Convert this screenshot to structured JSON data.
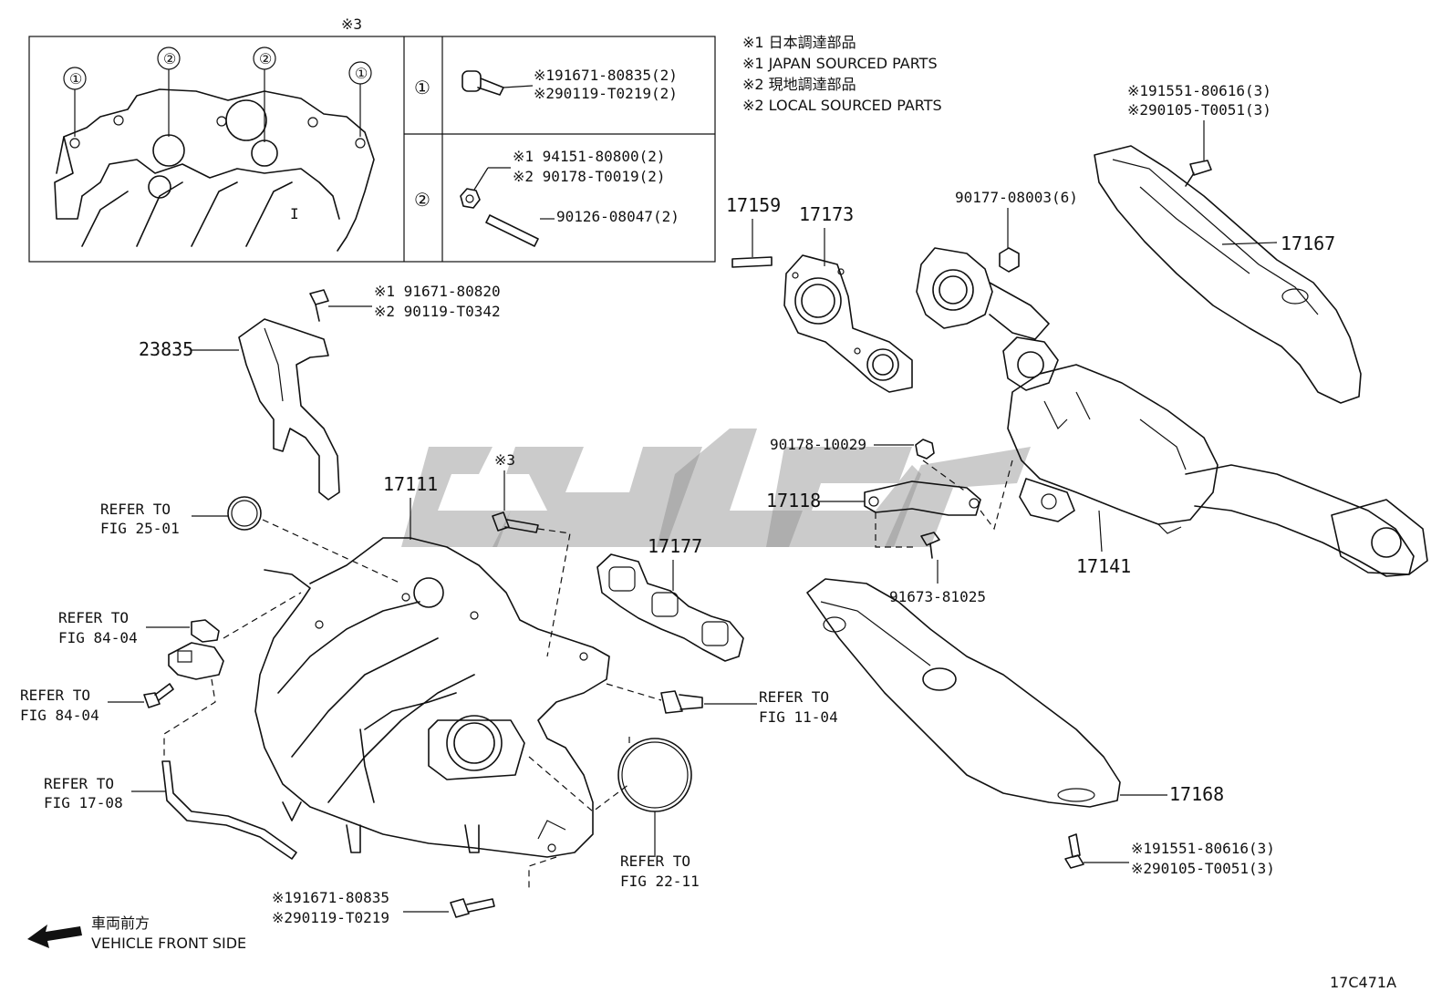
{
  "legend": {
    "box_note": "※3",
    "rows": [
      {
        "circle": "①",
        "line1": "※191671-80835(2)",
        "line2": "※290119-T0219(2)",
        "line3": ""
      },
      {
        "circle": "②",
        "line1": "※1 94151-80800(2)",
        "line2": "※2 90178-T0019(2)",
        "line3": "90126-08047(2)"
      }
    ],
    "pointers": [
      "①",
      "②",
      "②",
      "①"
    ],
    "marker": "I"
  },
  "notes": [
    "※1 日本調達部品",
    "※1 JAPAN SOURCED PARTS",
    "※2 現地調達部品",
    "※2 LOCAL SOURCED PARTS"
  ],
  "labels": {
    "p17159": "17159",
    "p17173": "17173",
    "p90177": "90177-08003(6)",
    "p17167": "17167",
    "p17167_bolt1": "※191551-80616(3)",
    "p17167_bolt2": "※290105-T0051(3)",
    "p23835": "23835",
    "p23835_bolt1": "※1 91671-80820",
    "p23835_bolt2": "※2 90119-T0342",
    "p17111": "17111",
    "p_x3": "※3",
    "p17177": "17177",
    "p90178": "90178-10029",
    "p17118": "17118",
    "p91673": "91673-81025",
    "p17141": "17141",
    "p17168": "17168",
    "p17168_bolt1": "※191551-80616(3)",
    "p17168_bolt2": "※290105-T0051(3)",
    "bottom_bolt1": "※191671-80835",
    "bottom_bolt2": "※290119-T0219",
    "ref_2501_a": "REFER TO",
    "ref_2501_b": "FIG 25-01",
    "ref_8404a_a": "REFER TO",
    "ref_8404a_b": "FIG 84-04",
    "ref_8404b_a": "REFER TO",
    "ref_8404b_b": "FIG 84-04",
    "ref_1708_a": "REFER TO",
    "ref_1708_b": "FIG 17-08",
    "ref_1104_a": "REFER TO",
    "ref_1104_b": "FIG 11-04",
    "ref_2211_a": "REFER TO",
    "ref_2211_b": "FIG 22-11",
    "front_jp": "車両前方",
    "front_en": "VEHICLE FRONT SIDE",
    "fig_code": "17C471A"
  }
}
